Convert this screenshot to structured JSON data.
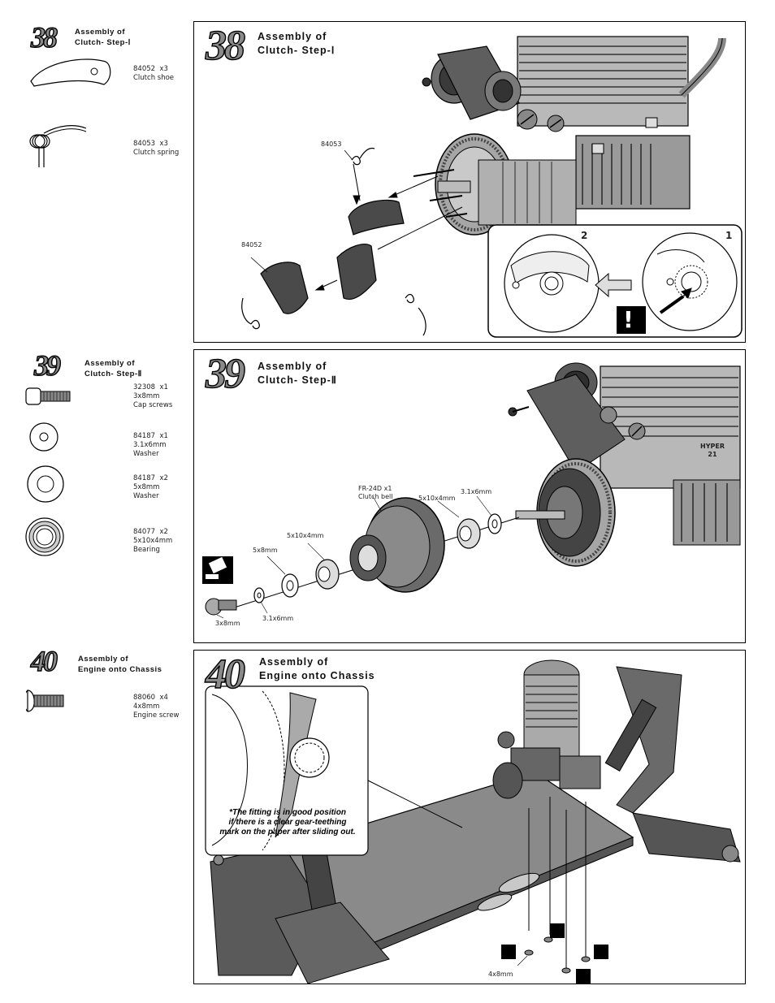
{
  "steps": [
    {
      "number": "38",
      "title": "Assembly of\nClutch- Step-Ⅰ",
      "parts": [
        {
          "code": "84052",
          "qty": "x3",
          "lines": [
            "Clutch shoe"
          ]
        },
        {
          "code": "84053",
          "qty": "x3",
          "lines": [
            "Clutch spring"
          ]
        }
      ],
      "callouts": {
        "spring": "84053",
        "shoe": "84052"
      },
      "detail_numbers": {
        "first": "1",
        "second": "2"
      },
      "warning_symbol": "!"
    },
    {
      "number": "39",
      "title": "Assembly of\nClutch- Step-Ⅱ",
      "parts": [
        {
          "code": "32308",
          "qty": "x1",
          "lines": [
            "3x8mm",
            "Cap screws"
          ]
        },
        {
          "code": "84187",
          "qty": "x1",
          "lines": [
            "3.1x6mm",
            "Washer"
          ]
        },
        {
          "code": "84187",
          "qty": "x2",
          "lines": [
            "5x8mm",
            "Washer"
          ]
        },
        {
          "code": "84077",
          "qty": "x2",
          "lines": [
            "5x10x4mm",
            "Bearing"
          ]
        }
      ],
      "callouts": {
        "clutch_bell_code": "FR-24D  x1",
        "clutch_bell_name": "Clutch bell",
        "bearing_outer": "5x10x4mm",
        "washer_outer": "3.1x6mm",
        "bearing_inner": "5x10x4mm",
        "washer_inner": "5x8mm",
        "screw": "3x8mm",
        "washer_small": "3.1x6mm"
      },
      "engine_label": "HYPER 21"
    },
    {
      "number": "40",
      "title": "Assembly of\nEngine onto Chassis",
      "parts": [
        {
          "code": "88060",
          "qty": "x4",
          "lines": [
            "4x8mm",
            "Engine screw"
          ]
        }
      ],
      "note": "*The fitting is in good position\nif there is a clear gear-teething\nmark on the paper after sliding out.",
      "callouts": {
        "screw": "4x8mm"
      }
    }
  ]
}
